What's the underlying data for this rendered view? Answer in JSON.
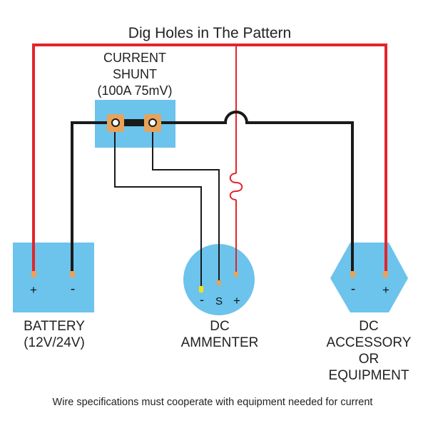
{
  "title": "Dig Holes in The Pattern",
  "shunt": {
    "line1": "CURRENT",
    "line2": "SHUNT",
    "line3": "(100A 75mV)"
  },
  "battery": {
    "line1": "BATTERY",
    "line2": "(12V/24V)",
    "plus": "+",
    "minus": "-"
  },
  "ammeter": {
    "line1": "DC",
    "line2": "AMMENTER",
    "minus": "-",
    "signal": "S",
    "plus": "+"
  },
  "accessory": {
    "line1": "DC",
    "line2": "ACCESSORY",
    "line3": "OR",
    "line4": "EQUIPMENT",
    "minus": "-",
    "plus": "+"
  },
  "footer": "Wire specifications must cooperate with equipment needed for current",
  "colors": {
    "red_wire": "#e3242b",
    "black_wire": "#1a1a1a",
    "component_fill": "#6cc3ec",
    "terminal": "#e8a35a",
    "footer_text": "#d0342c"
  }
}
